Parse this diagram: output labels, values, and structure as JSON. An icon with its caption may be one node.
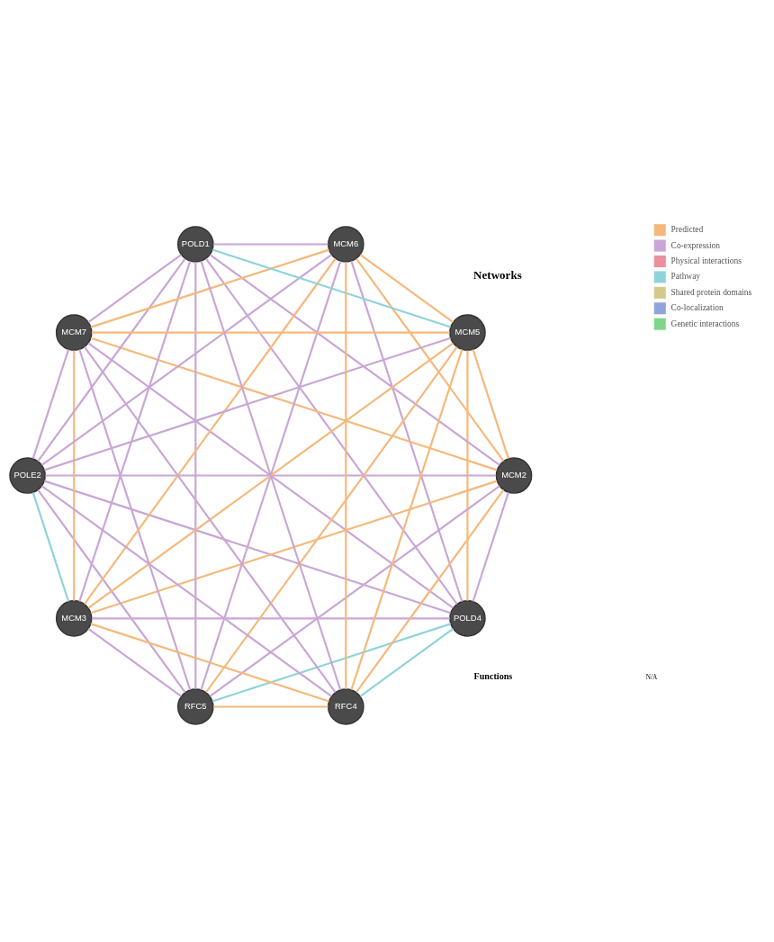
{
  "diagram": {
    "nodes": [
      {
        "text": [
          "POLD4"
        ]
      },
      {
        "text": [
          "MCM2"
        ]
      },
      {
        "text": [
          "RFC5"
        ]
      },
      {
        "text": [
          "MCM3"
        ]
      },
      {
        "text": [
          "POLE2"
        ]
      },
      {
        "text": [
          "MCM7"
        ]
      },
      {
        "text": [
          "POLD1"
        ]
      },
      {
        "text": [
          "MCM6"
        ]
      },
      {
        "text": [
          "MCM5"
        ]
      },
      {
        "text": [
          "RFC4"
        ]
      }
    ],
    "edges": [
      {
        "from": 0,
        "to": 1,
        "arrow": "none"
      },
      {
        "from": 0,
        "to": 2,
        "arrow": "none",
        "color": "#8fd3da"
      },
      {
        "from": 0,
        "to": 3,
        "arrow": "none"
      },
      {
        "from": 0,
        "to": 4,
        "arrow": "none"
      },
      {
        "from": 0,
        "to": 5,
        "arrow": "none"
      },
      {
        "from": 0,
        "to": 6,
        "arrow": "none"
      },
      {
        "from": 0,
        "to": 7,
        "arrow": "none"
      },
      {
        "from": 0,
        "to": 8,
        "arrow": "none",
        "color": "#f6b87a"
      },
      {
        "from": 0,
        "to": 9,
        "arrow": "none",
        "color": "#8fd3da"
      },
      {
        "from": 1,
        "to": 2,
        "arrow": "none"
      },
      {
        "from": 1,
        "to": 3,
        "arrow": "none",
        "color": "#f6b87a"
      },
      {
        "from": 1,
        "to": 4,
        "arrow": "none"
      },
      {
        "from": 1,
        "to": 5,
        "arrow": "none",
        "color": "#f6b87a"
      },
      {
        "from": 1,
        "to": 6,
        "arrow": "none"
      },
      {
        "from": 1,
        "to": 7,
        "arrow": "none",
        "color": "#f6b87a"
      },
      {
        "from": 1,
        "to": 8,
        "arrow": "none",
        "color": "#f6b87a"
      },
      {
        "from": 1,
        "to": 9,
        "arrow": "none",
        "color": "#f6b87a"
      },
      {
        "from": 2,
        "to": 3,
        "arrow": "none"
      },
      {
        "from": 2,
        "to": 4,
        "arrow": "none"
      },
      {
        "from": 2,
        "to": 5,
        "arrow": "none"
      },
      {
        "from": 2,
        "to": 6,
        "arrow": "none"
      },
      {
        "from": 2,
        "to": 7,
        "arrow": "none"
      },
      {
        "from": 2,
        "to": 8,
        "arrow": "none",
        "color": "#f6b87a"
      },
      {
        "from": 2,
        "to": 9,
        "arrow": "none",
        "color": "#f6b87a"
      },
      {
        "from": 3,
        "to": 4,
        "arrow": "none",
        "color": "#8fd3da"
      },
      {
        "from": 3,
        "to": 5,
        "arrow": "none",
        "color": "#f6b87a"
      },
      {
        "from": 3,
        "to": 6,
        "arrow": "none"
      },
      {
        "from": 3,
        "to": 7,
        "arrow": "none",
        "color": "#f6b87a"
      },
      {
        "from": 3,
        "to": 8,
        "arrow": "none",
        "color": "#f6b87a"
      },
      {
        "from": 3,
        "to": 9,
        "arrow": "none",
        "color": "#f6b87a"
      },
      {
        "from": 4,
        "to": 5,
        "arrow": "none"
      },
      {
        "from": 4,
        "to": 6,
        "arrow": "none"
      },
      {
        "from": 4,
        "to": 7,
        "arrow": "none"
      },
      {
        "from": 4,
        "to": 8,
        "arrow": "none"
      },
      {
        "from": 4,
        "to": 9,
        "arrow": "none"
      },
      {
        "from": 5,
        "to": 6,
        "arrow": "none"
      },
      {
        "from": 5,
        "to": 7,
        "arrow": "none",
        "color": "#f6b87a"
      },
      {
        "from": 5,
        "to": 8,
        "arrow": "none",
        "color": "#f6b87a"
      },
      {
        "from": 5,
        "to": 9,
        "arrow": "none"
      },
      {
        "from": 6,
        "to": 7,
        "arrow": "none"
      },
      {
        "from": 6,
        "to": 8,
        "arrow": "none",
        "color": "#8fd3da"
      },
      {
        "from": 6,
        "to": 9,
        "arrow": "none"
      },
      {
        "from": 7,
        "to": 8,
        "arrow": "none",
        "color": "#f6b87a"
      },
      {
        "from": 7,
        "to": 9,
        "arrow": "none",
        "color": "#f6b87a"
      },
      {
        "from": 8,
        "to": 9,
        "arrow": "none",
        "color": "#f6b87a"
      }
    ],
    "labels": [
      "Networks",
      "Functions",
      "N/A"
    ],
    "legend": [
      {
        "text": "Predicted",
        "color": "#f6b87a"
      },
      {
        "text": "Co-expression",
        "color": "#c9a6d6"
      },
      {
        "text": "Physical interactions",
        "color": "#e8919a"
      },
      {
        "text": "Pathway",
        "color": "#8fd3da"
      },
      {
        "text": "Shared protein domains",
        "color": "#d4c98a"
      },
      {
        "text": "Co-localization",
        "color": "#8fa5d9"
      },
      {
        "text": "Genetic interactions",
        "color": "#7fd68a"
      }
    ]
  }
}
